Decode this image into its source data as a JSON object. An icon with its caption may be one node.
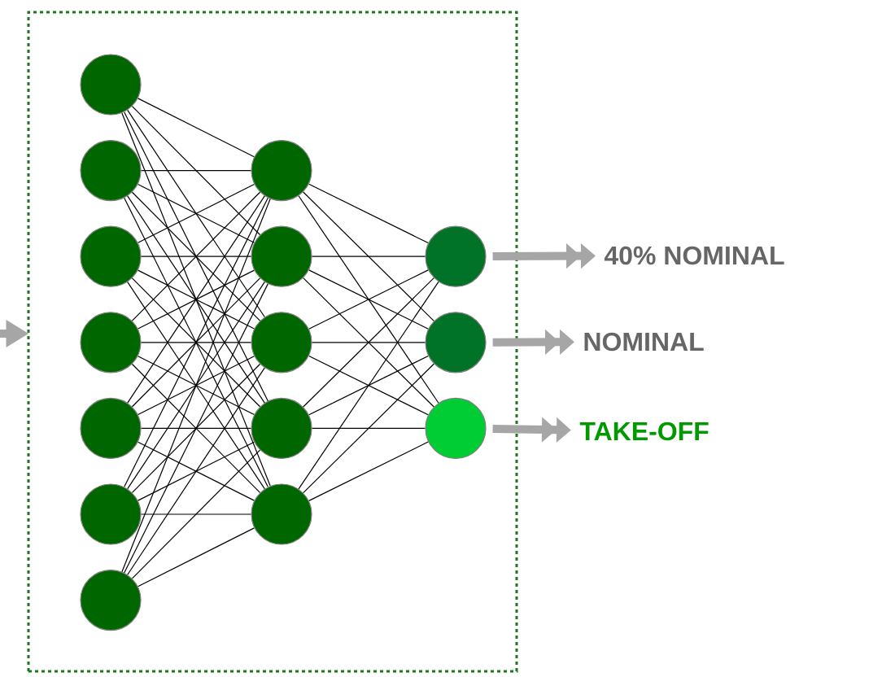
{
  "diagram": {
    "nodes": [
      {
        "text": [],
        "shape": "box"
      },
      {
        "text": [],
        "shape": "circle",
        "in": 0
      },
      {
        "text": [],
        "shape": "circle",
        "in": 0
      },
      {
        "text": [],
        "shape": "circle",
        "in": 0
      },
      {
        "text": [],
        "shape": "circle",
        "in": 0
      },
      {
        "text": [],
        "shape": "circle",
        "in": 0
      },
      {
        "text": [],
        "shape": "circle",
        "in": 0
      },
      {
        "text": [],
        "shape": "circle",
        "in": 0
      },
      {
        "text": [],
        "shape": "circle",
        "in": 0
      },
      {
        "text": [],
        "shape": "circle",
        "in": 0
      },
      {
        "text": [],
        "shape": "circle",
        "in": 0
      },
      {
        "text": [],
        "shape": "circle",
        "in": 0
      },
      {
        "text": [],
        "shape": "circle",
        "in": 0
      },
      {
        "text": [],
        "shape": "circle",
        "in": 0
      },
      {
        "text": [],
        "shape": "circle",
        "in": 0
      },
      {
        "text": [],
        "shape": "circle",
        "in": 0
      },
      {
        "text": [
          "40% NOMINAL"
        ]
      },
      {
        "text": [
          "NOMINAL"
        ]
      },
      {
        "text": [
          "TAKE-OFF"
        ]
      }
    ],
    "edges": [
      {
        "from": null,
        "to": 0,
        "arrow": "to",
        "style": "thick",
        "color": "#a6a6a6"
      },
      {
        "from": 1,
        "to": 8,
        "arrow": "none"
      },
      {
        "from": 1,
        "to": 9,
        "arrow": "none"
      },
      {
        "from": 1,
        "to": 10,
        "arrow": "none"
      },
      {
        "from": 1,
        "to": 11,
        "arrow": "none"
      },
      {
        "from": 1,
        "to": 12,
        "arrow": "none"
      },
      {
        "from": 2,
        "to": 8,
        "arrow": "none"
      },
      {
        "from": 2,
        "to": 9,
        "arrow": "none"
      },
      {
        "from": 2,
        "to": 10,
        "arrow": "none"
      },
      {
        "from": 2,
        "to": 11,
        "arrow": "none"
      },
      {
        "from": 2,
        "to": 12,
        "arrow": "none"
      },
      {
        "from": 3,
        "to": 8,
        "arrow": "none"
      },
      {
        "from": 3,
        "to": 9,
        "arrow": "none"
      },
      {
        "from": 3,
        "to": 10,
        "arrow": "none"
      },
      {
        "from": 3,
        "to": 11,
        "arrow": "none"
      },
      {
        "from": 3,
        "to": 12,
        "arrow": "none"
      },
      {
        "from": 4,
        "to": 8,
        "arrow": "none"
      },
      {
        "from": 4,
        "to": 9,
        "arrow": "none"
      },
      {
        "from": 4,
        "to": 10,
        "arrow": "none"
      },
      {
        "from": 4,
        "to": 11,
        "arrow": "none"
      },
      {
        "from": 4,
        "to": 12,
        "arrow": "none"
      },
      {
        "from": 5,
        "to": 8,
        "arrow": "none"
      },
      {
        "from": 5,
        "to": 9,
        "arrow": "none"
      },
      {
        "from": 5,
        "to": 10,
        "arrow": "none"
      },
      {
        "from": 5,
        "to": 11,
        "arrow": "none"
      },
      {
        "from": 5,
        "to": 12,
        "arrow": "none"
      },
      {
        "from": 6,
        "to": 8,
        "arrow": "none"
      },
      {
        "from": 6,
        "to": 9,
        "arrow": "none"
      },
      {
        "from": 6,
        "to": 10,
        "arrow": "none"
      },
      {
        "from": 6,
        "to": 11,
        "arrow": "none"
      },
      {
        "from": 6,
        "to": 12,
        "arrow": "none"
      },
      {
        "from": 7,
        "to": 8,
        "arrow": "none"
      },
      {
        "from": 7,
        "to": 9,
        "arrow": "none"
      },
      {
        "from": 7,
        "to": 10,
        "arrow": "none"
      },
      {
        "from": 7,
        "to": 11,
        "arrow": "none"
      },
      {
        "from": 7,
        "to": 12,
        "arrow": "none"
      },
      {
        "from": 8,
        "to": 13,
        "arrow": "none"
      },
      {
        "from": 8,
        "to": 14,
        "arrow": "none"
      },
      {
        "from": 8,
        "to": 15,
        "arrow": "none"
      },
      {
        "from": 9,
        "to": 13,
        "arrow": "none"
      },
      {
        "from": 9,
        "to": 14,
        "arrow": "none"
      },
      {
        "from": 9,
        "to": 15,
        "arrow": "none"
      },
      {
        "from": 10,
        "to": 13,
        "arrow": "none"
      },
      {
        "from": 10,
        "to": 14,
        "arrow": "none"
      },
      {
        "from": 10,
        "to": 15,
        "arrow": "none"
      },
      {
        "from": 11,
        "to": 13,
        "arrow": "none"
      },
      {
        "from": 11,
        "to": 14,
        "arrow": "none"
      },
      {
        "from": 11,
        "to": 15,
        "arrow": "none"
      },
      {
        "from": 12,
        "to": 13,
        "arrow": "none"
      },
      {
        "from": 12,
        "to": 14,
        "arrow": "none"
      },
      {
        "from": 12,
        "to": 15,
        "arrow": "none"
      },
      {
        "from": 13,
        "to": 16,
        "arrow": "to",
        "style": "thick",
        "color": "#a6a6a6"
      },
      {
        "from": 14,
        "to": 17,
        "arrow": "to",
        "style": "thick",
        "color": "#a6a6a6"
      },
      {
        "from": 15,
        "to": 18,
        "arrow": "to",
        "style": "thick",
        "color": "#a6a6a6"
      }
    ]
  }
}
